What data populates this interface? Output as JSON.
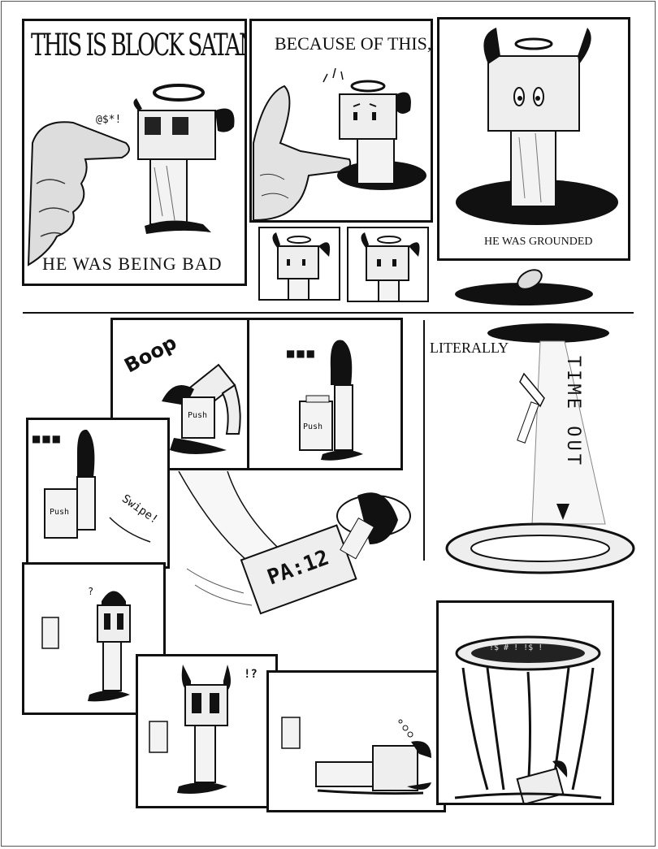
{
  "page": {
    "panel1": {
      "title": "THIS IS BLOCK SATAN,",
      "curse": "@$*!",
      "caption": "HE WAS BEING BAD"
    },
    "panel2": {
      "caption": "BECAUSE OF THIS,"
    },
    "panel3": {
      "caption": "HE WAS GROUNDED"
    },
    "panel_boop": {
      "sfx": "Boop",
      "box_label": "Push"
    },
    "panel_dots1": {
      "dots": "■■■",
      "box_label": "Push"
    },
    "panel_literally": {
      "caption": "LITERALLY",
      "beam_text": "TIME OUT"
    },
    "panel_dots2": {
      "dots": "■■■",
      "box_label": "Push",
      "sfx": "Swipe!"
    },
    "panel_clock": {
      "time": "PA:12"
    },
    "panel_question": {
      "mark": "?"
    },
    "panel_surprise": {
      "mark": "!?"
    },
    "panel_portal": {
      "rim_text": "!$ # ! !$ !"
    }
  }
}
